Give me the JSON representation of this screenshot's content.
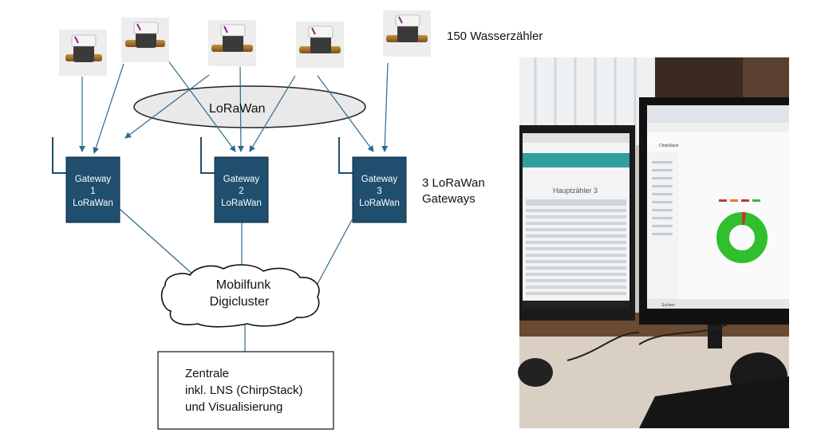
{
  "meters_label": "150 Wasserzähler",
  "lorawan_label": "LoRaWan",
  "gateways": [
    {
      "title": "Gateway",
      "number": "1",
      "subtitle": "LoRaWan"
    },
    {
      "title": "Gateway",
      "number": "2",
      "subtitle": "LoRaWan"
    },
    {
      "title": "Gateway",
      "number": "3",
      "subtitle": "LoRaWan"
    }
  ],
  "gateways_label": {
    "line1": "3 LoRaWan",
    "line2": "Gateways"
  },
  "cloud": {
    "line1": "Mobilfunk",
    "line2": "Digicluster"
  },
  "central": {
    "line1": "Zentrale",
    "line2": "inkl. LNS (ChirpStack)",
    "line3": "und Visualisierung"
  },
  "photo": {
    "left_screen_title": "Hauptzähler 3",
    "right_screen_app": "ChirpStack",
    "taskbar_search": "Suchen"
  },
  "colors": {
    "gateway_fill": "#1f4e6e",
    "arrow": "#2e6a8e",
    "donut_main": "#2fbf2f",
    "donut_accent": "#c0392b"
  }
}
